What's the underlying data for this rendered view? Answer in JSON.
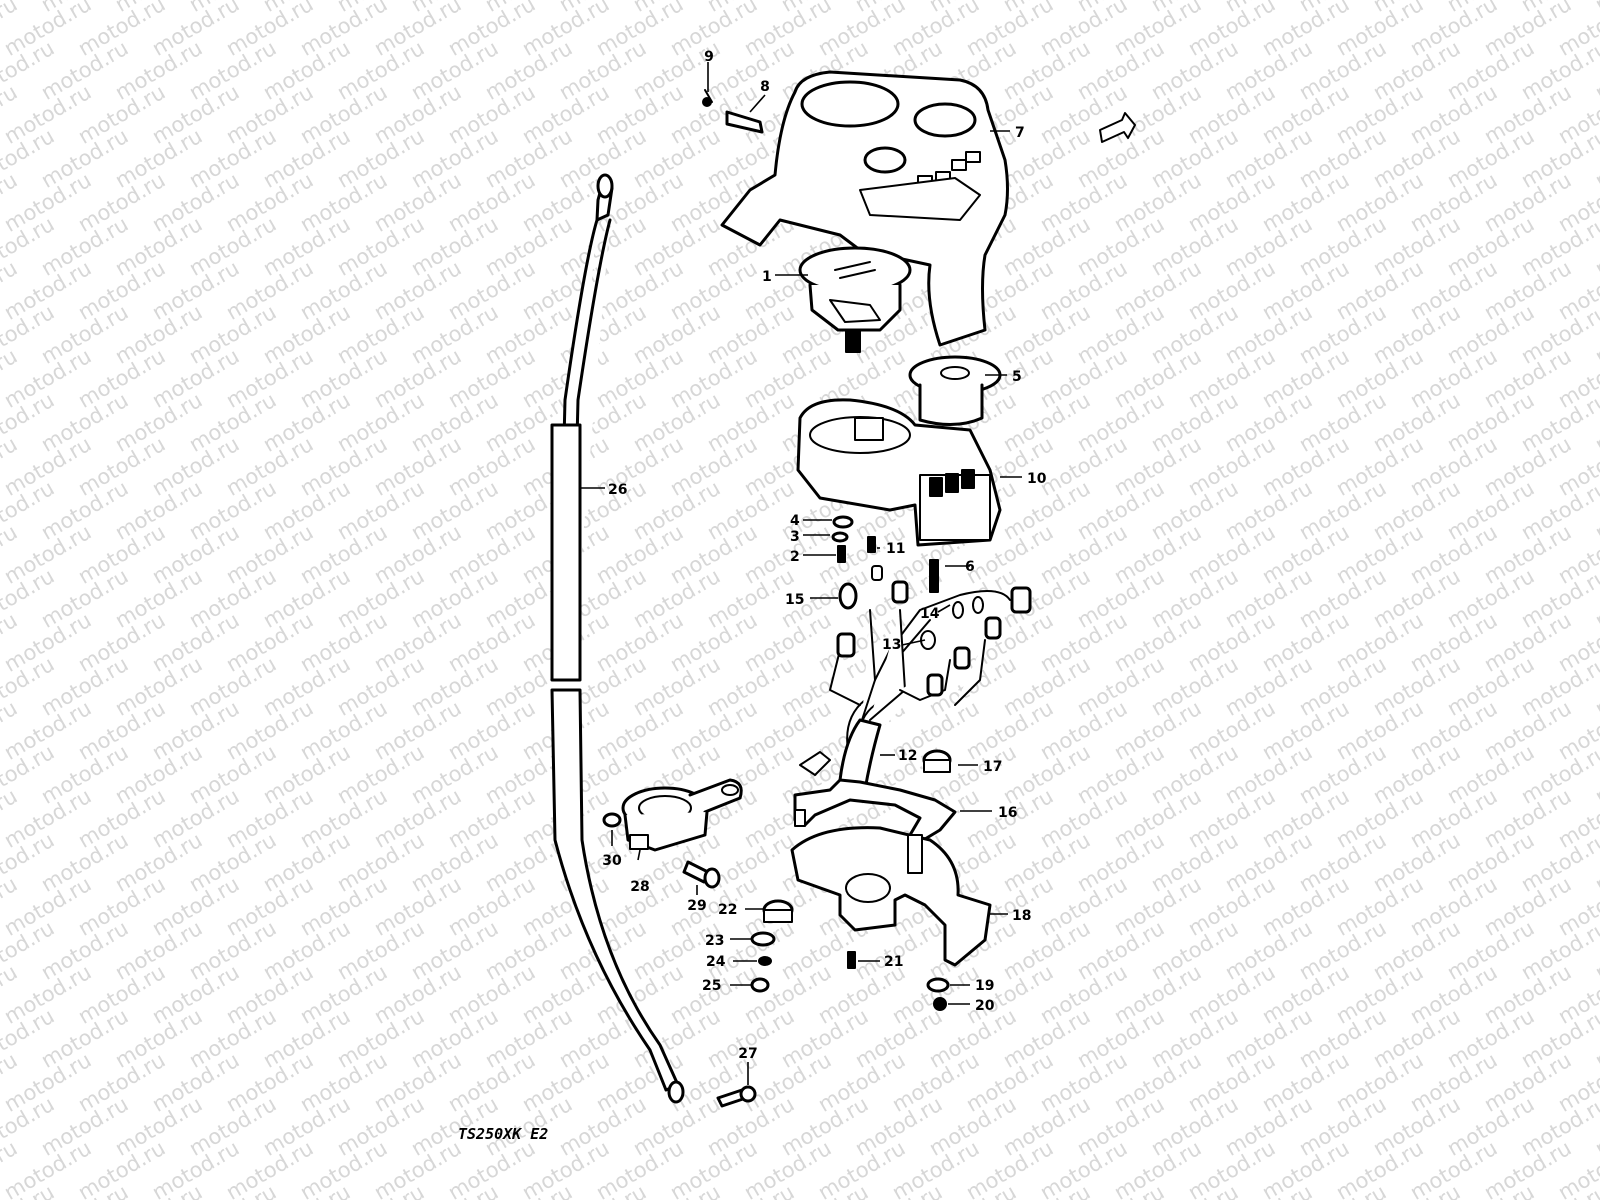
{
  "watermark": "motod.ru",
  "caption": "TS250XK E2",
  "callouts": {
    "c1": "1",
    "c2": "2",
    "c3": "3",
    "c4": "4",
    "c5": "5",
    "c6": "6",
    "c7": "7",
    "c8": "8",
    "c9": "9",
    "c10": "10",
    "c11": "11",
    "c12": "12",
    "c13": "13",
    "c14": "14",
    "c15": "15",
    "c16": "16",
    "c17": "17",
    "c18": "18",
    "c19": "19",
    "c20": "20",
    "c21": "21",
    "c22": "22",
    "c23": "23",
    "c24": "24",
    "c25": "25",
    "c26": "26",
    "c27": "27",
    "c28": "28",
    "c29": "29",
    "c30": "30"
  }
}
